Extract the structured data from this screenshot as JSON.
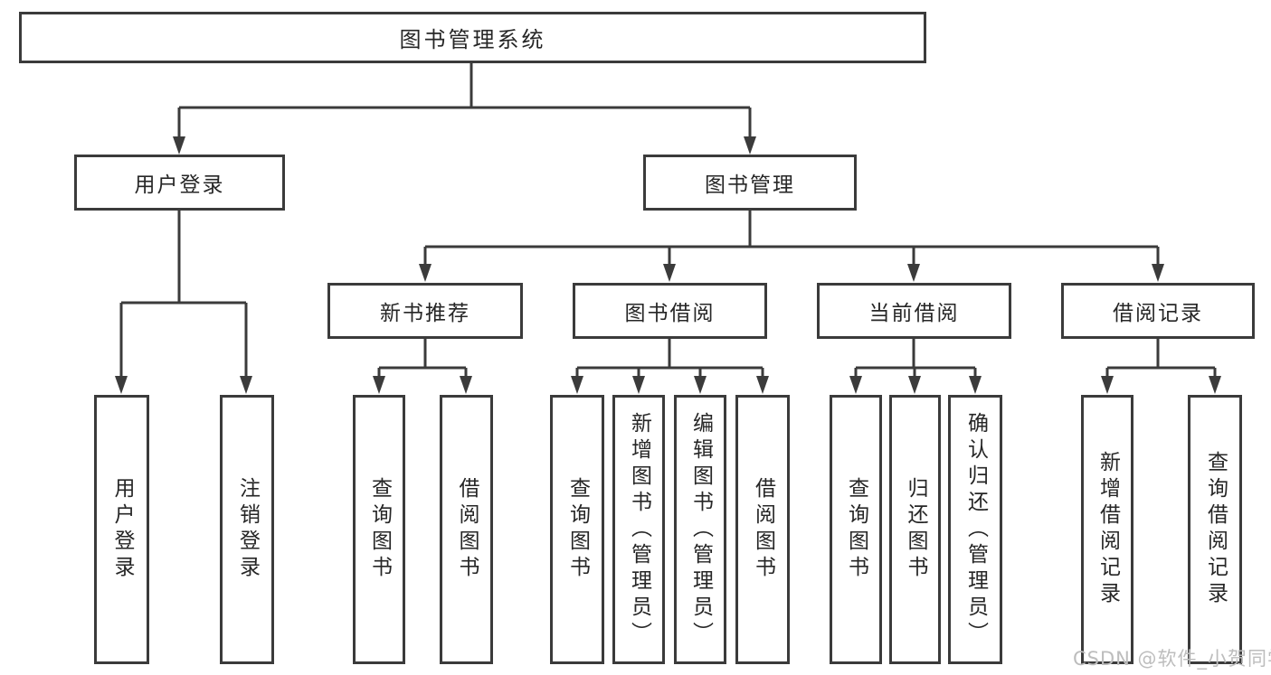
{
  "diagram_title": "图书管理系统",
  "nodes": {
    "root": {
      "label": "图书管理系统"
    },
    "user_login": {
      "label": "用户登录"
    },
    "book_management": {
      "label": "图书管理"
    },
    "new_book_recommend": {
      "label": "新书推荐"
    },
    "book_borrow": {
      "label": "图书借阅"
    },
    "current_borrow": {
      "label": "当前借阅"
    },
    "borrow_records": {
      "label": "借阅记录"
    },
    "leaf_user_login": {
      "label": "用户登录"
    },
    "leaf_logout": {
      "label": "注销登录"
    },
    "leaf_query_books_a": {
      "label": "查询图书"
    },
    "leaf_borrow_books_a": {
      "label": "借阅图书"
    },
    "leaf_query_books_b": {
      "label": "查询图书"
    },
    "leaf_add_books": {
      "label": "新增图书（管理员）"
    },
    "leaf_edit_books": {
      "label": "编辑图书（管理员）"
    },
    "leaf_borrow_books_b": {
      "label": "借阅图书"
    },
    "leaf_query_books_c": {
      "label": "查询图书"
    },
    "leaf_return_books": {
      "label": "归还图书"
    },
    "leaf_confirm_return": {
      "label": "确认归还（管理员）"
    },
    "leaf_add_borrow_record": {
      "label": "新增借阅记录"
    },
    "leaf_query_borrow_record": {
      "label": "查询借阅记录"
    }
  },
  "watermark": {
    "text": "CSDN @软件_小贺同学"
  },
  "colors": {
    "line": "#3b3b3b",
    "box_border": "#3b3b3b",
    "text": "#262626",
    "watermark": "#bdbdbd",
    "background": "#ffffff"
  }
}
